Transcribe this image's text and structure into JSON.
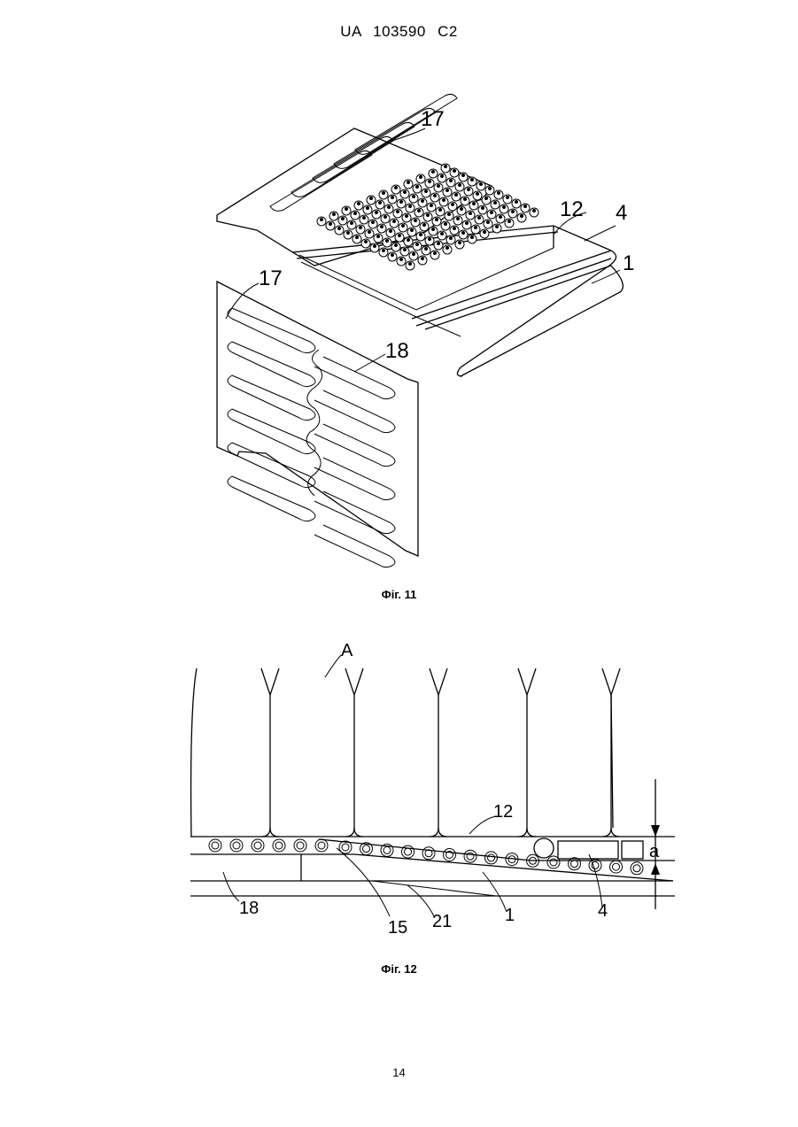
{
  "header": {
    "country": "UA",
    "number": "103590",
    "kind": "C2"
  },
  "figure11": {
    "caption": "Фіг. 11",
    "labels": {
      "top_plate": "17",
      "layer": "12",
      "edge": "4",
      "base": "1",
      "side_plate": "17",
      "channel": "18"
    }
  },
  "figure12": {
    "caption": "Фіг. 12",
    "labels": {
      "region": "A",
      "layer": "12",
      "gap": "a",
      "channel": "18",
      "item15": "15",
      "item21": "21",
      "item1": "1",
      "item4": "4"
    }
  },
  "footer": {
    "page_number": "14"
  }
}
